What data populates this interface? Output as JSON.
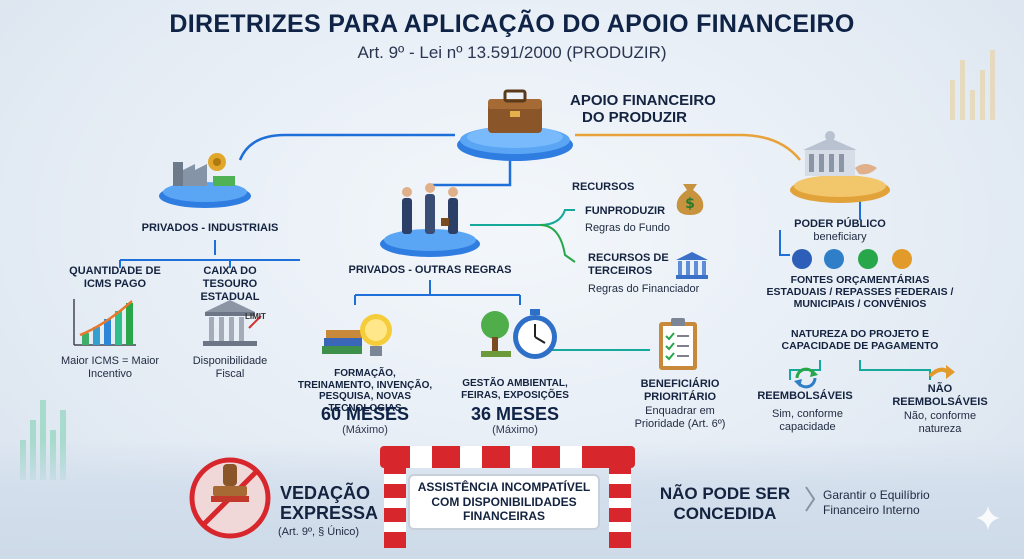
{
  "header": {
    "title": "DIRETRIZES PARA APLICAÇÃO DO APOIO FINANCEIRO",
    "subtitle": "Art. 9º - Lei nº 13.591/2000 (PRODUZIR)"
  },
  "center": {
    "title_line1": "APOIO FINANCEIRO",
    "title_line2": "DO PRODUZIR"
  },
  "left_branch": {
    "label": "PRIVADOS - INDUSTRIAIS",
    "icms": {
      "title": "QUANTIDADE DE ICMS PAGO",
      "caption": "Maior ICMS = Maior Incentivo"
    },
    "caixa": {
      "title": "CAIXA DO TESOURO ESTADUAL",
      "caption": "Disponibilidade Fiscal",
      "limit_text": "LIMIT"
    }
  },
  "middle_branch": {
    "label": "PRIVADOS - OUTRAS REGRAS",
    "recursos_label": "RECURSOS",
    "funproduzir": {
      "title": "FUNPRODUZIR",
      "caption": "Regras do Fundo"
    },
    "terceiros": {
      "title": "RECURSOS DE TERCEIROS",
      "caption": "Regras do Financiador"
    },
    "formacao": {
      "title": "FORMAÇÃO, TREINAMENTO, INVENÇÃO, PESQUISA, NOVAS TECNOLOGIAS",
      "months": "60 MESES",
      "note": "(Máximo)"
    },
    "gestao": {
      "title": "GESTÃO AMBIENTAL, FEIRAS, EXPOSIÇÕES",
      "months": "36 MESES",
      "note": "(Máximo)"
    },
    "beneficiario": {
      "title": "BENEFICIÁRIO PRIORITÁRIO",
      "caption": "Enquadrar em Prioridade (Art. 6º)"
    }
  },
  "right_branch": {
    "poder_publico": {
      "title": "PODER PÚBLICO",
      "caption": "beneficiary"
    },
    "fontes": "FONTES ORÇAMENTÁRIAS ESTADUAIS / REPASSES FEDERAIS / MUNICIPAIS / CONVÊNIOS",
    "natureza": "NATUREZA DO PROJETO E CAPACIDADE DE PAGAMENTO",
    "reembolsaveis": {
      "title": "REEMBOLSÁVEIS",
      "caption": "Sim, conforme capacidade"
    },
    "nao_reembolsaveis": {
      "title": "NÃO REEMBOLSÁVEIS",
      "caption": "Não, conforme natureza"
    }
  },
  "footer": {
    "vedacao_line1": "VEDAÇÃO",
    "vedacao_line2": "EXPRESSA",
    "vedacao_ref": "(Art. 9º, § Único)",
    "barrier_text": "ASSISTÊNCIA INCOMPATÍVEL COM DISPONIBILIDADES FINANCEIRAS",
    "nao_pode_line1": "NÃO PODE SER",
    "nao_pode_line2": "CONCEDIDA",
    "garantir_line1": "Garantir o Equilíbrio",
    "garantir_line2": "Financeiro Interno"
  },
  "colors": {
    "blue_line": "#1e6fd9",
    "teal_line": "#14a99a",
    "orange_line": "#e8a23a",
    "green_line": "#27a64a",
    "barrier_red": "#d8262d"
  }
}
